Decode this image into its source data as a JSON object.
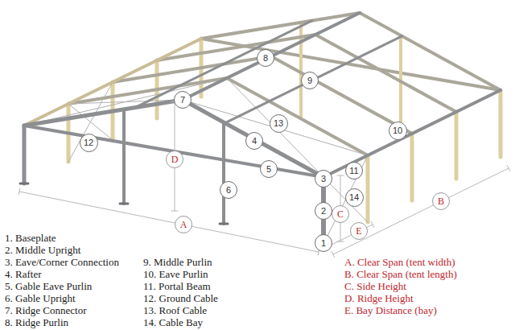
{
  "diagram": {
    "nodes": [
      {
        "text": [
          "8"
        ]
      },
      {
        "text": [
          "9"
        ]
      },
      {
        "text": [
          "7"
        ]
      },
      {
        "text": [
          "13"
        ]
      },
      {
        "text": [
          "10"
        ]
      },
      {
        "text": [
          "12"
        ]
      },
      {
        "text": [
          "4"
        ]
      },
      {
        "text": [
          "D"
        ]
      },
      {
        "text": [
          "5"
        ]
      },
      {
        "text": [
          "3"
        ]
      },
      {
        "text": [
          "11"
        ]
      },
      {
        "text": [
          "B"
        ]
      },
      {
        "text": [
          "6"
        ]
      },
      {
        "text": [
          "14"
        ]
      },
      {
        "text": [
          "2"
        ]
      },
      {
        "text": [
          "C"
        ]
      },
      {
        "text": [
          "A"
        ]
      },
      {
        "text": [
          "E"
        ]
      },
      {
        "text": [
          "1"
        ]
      }
    ],
    "edges": [],
    "labels": [
      "1. Baseplate",
      "2. Middle Upright",
      "3. Eave/Corner Connection",
      "4. Rafter",
      "5. Gable Eave Purlin",
      "6. Gable Upright",
      "7. Ridge Connector",
      "8. Ridge Purlin",
      "9. Middle Purlin",
      "10. Eave Purlin",
      "11. Portal Beam",
      "12. Ground Cable",
      "13. Roof Cable",
      "14. Cable Bay",
      "A. Clear Span (tent width)",
      "B. Clear Span (tent length)",
      "C. Side Height",
      "D. Ridge Height",
      "E. Bay Distance (bay)"
    ]
  }
}
